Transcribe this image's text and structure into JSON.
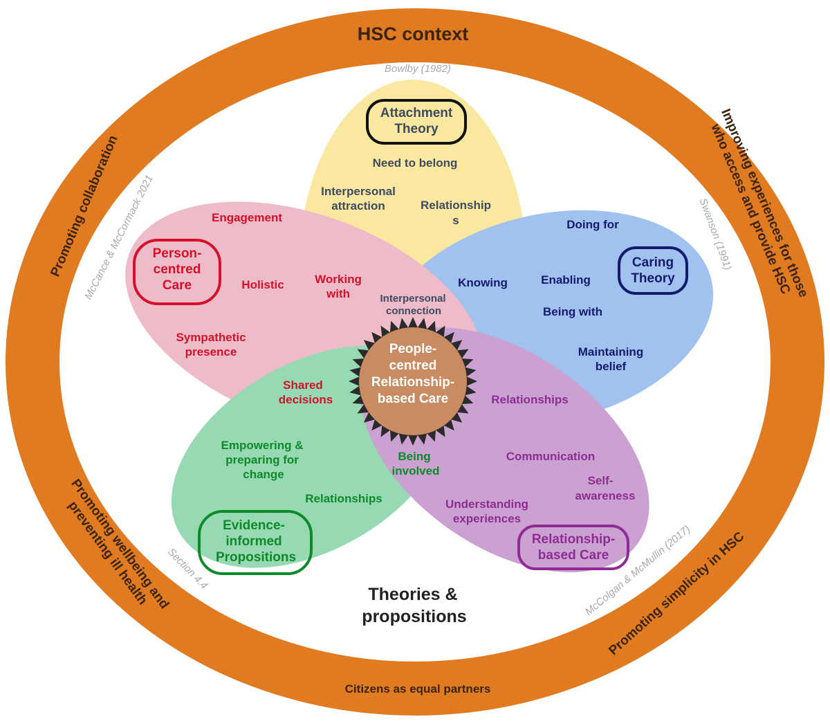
{
  "colors": {
    "ring": "#E07B22",
    "attachment": "#F7D85E",
    "caring": "#5F97E3",
    "person": "#E28DA1",
    "evidence": "#4CBF7C",
    "relationship": "#A45FAF",
    "center": "#C98B62",
    "dark_red": "#D4102A",
    "dark_blue": "#141A6E",
    "dark_green": "#0E8A2A",
    "dark_purple": "#8E2C94",
    "slate": "#3D4A60"
  },
  "ring": {
    "title": "HSC context",
    "collaboration": "Promoting collaboration",
    "improving_line1": "Improving experiences for those",
    "improving_line2": "who access and provide HSC",
    "wellbeing_line1": "Promoting wellbeing and",
    "wellbeing_line2": "preventing ill health",
    "simplicity": "Promoting simplicity in HSC",
    "citizens": "Citizens as equal partners"
  },
  "sources": {
    "bowlby": "Bowlby (1982)",
    "swanson": "Swanson (1991)",
    "mccance": "McCance & McCormack 2021",
    "section": "Section 4.4",
    "mccolgan": "McColgan & McMullin (2017)"
  },
  "petals": {
    "attachment": {
      "title_line1": "Attachment",
      "title_line2": "Theory",
      "need": "Need to belong",
      "interpersonal_line1": "Interpersonal",
      "interpersonal_line2": "attraction",
      "relationships_line1": "Relationship",
      "relationships_line2": "s"
    },
    "caring": {
      "title_line1": "Caring",
      "title_line2": "Theory",
      "doing_for": "Doing for",
      "knowing": "Knowing",
      "enabling": "Enabling",
      "being_with": "Being with",
      "maintaining_line1": "Maintaining",
      "maintaining_line2": "belief"
    },
    "person": {
      "title_line1": "Person-",
      "title_line2": "centred",
      "title_line3": "Care",
      "engagement": "Engagement",
      "holistic": "Holistic",
      "working_line1": "Working",
      "working_line2": "with",
      "sympathetic_line1": "Sympathetic",
      "sympathetic_line2": "presence",
      "shared_line1": "Shared",
      "shared_line2": "decisions"
    },
    "evidence": {
      "title_line1": "Evidence-",
      "title_line2": "informed",
      "title_line3": "Propositions",
      "empowering_line1": "Empowering &",
      "empowering_line2": "preparing for",
      "empowering_line3": "change",
      "relationships": "Relationships",
      "being_line1": "Being",
      "being_line2": "involved"
    },
    "relationship": {
      "title_line1": "Relationship-",
      "title_line2": "based Care",
      "relationships": "Relationships",
      "communication": "Communication",
      "self_line1": "Self-",
      "self_line2": "awareness",
      "understanding_line1": "Understanding",
      "understanding_line2": "experiences"
    }
  },
  "center": {
    "connection_line1": "Interpersonal",
    "connection_line2": "connection",
    "line1": "People-",
    "line2": "centred",
    "line3": "Relationship-",
    "line4": "based Care"
  },
  "footer": {
    "line1": "Theories &",
    "line2": "propositions"
  }
}
